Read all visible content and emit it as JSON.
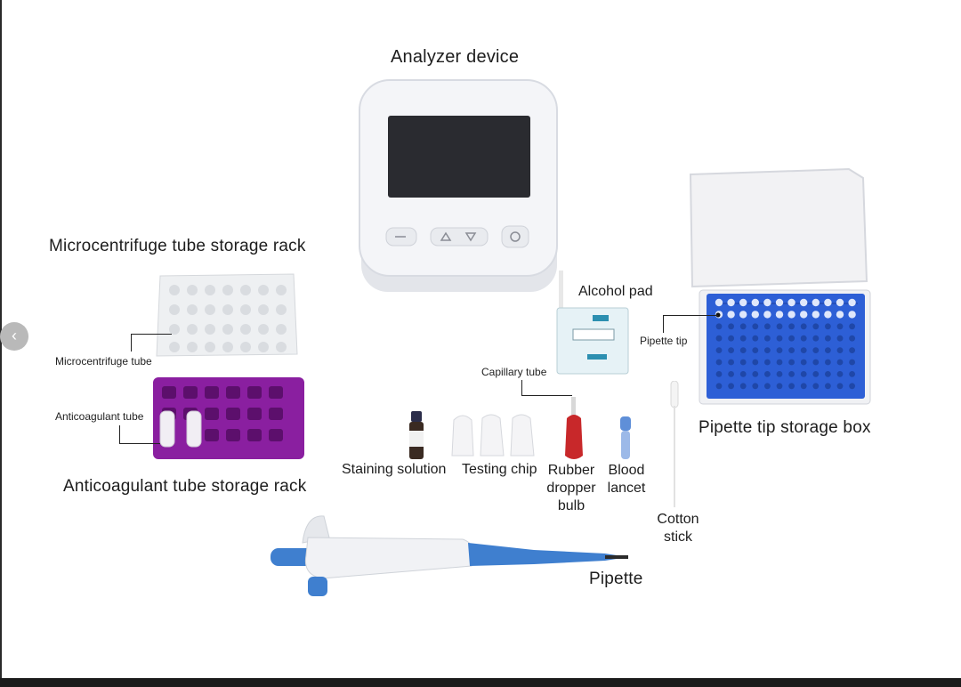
{
  "labels": {
    "analyzer_device": "Analyzer device",
    "micro_rack": "Microcentrifuge tube storage rack",
    "micro_tube": "Microcentrifuge tube",
    "anticoag_tube": "Anticoagulant tube",
    "anticoag_rack": "Anticoagulant tube storage rack",
    "alcohol_pad": "Alcohol pad",
    "capillary_tube": "Capillary tube",
    "pipette_tip": "Pipette tip",
    "pipette_tip_box": "Pipette tip storage box",
    "staining_solution": "Staining solution",
    "testing_chip": "Testing chip",
    "rubber_bulb_1": "Rubber",
    "rubber_bulb_2": "dropper",
    "rubber_bulb_3": "bulb",
    "blood_lancet_1": "Blood",
    "blood_lancet_2": "lancet",
    "cotton_stick_1": "Cotton",
    "cotton_stick_2": "stick",
    "pipette": "Pipette"
  },
  "nav": {
    "prev_icon": "chevron-left-icon",
    "prev_glyph": "‹"
  },
  "colors": {
    "rack_purple": "#8a1fa0",
    "tip_box_blue": "#2d5fd6",
    "device_white": "#eef0f4",
    "screen_dark": "#2a2b30",
    "pipette_blue": "#3f7fcf",
    "bulb_red": "#c8282a"
  }
}
